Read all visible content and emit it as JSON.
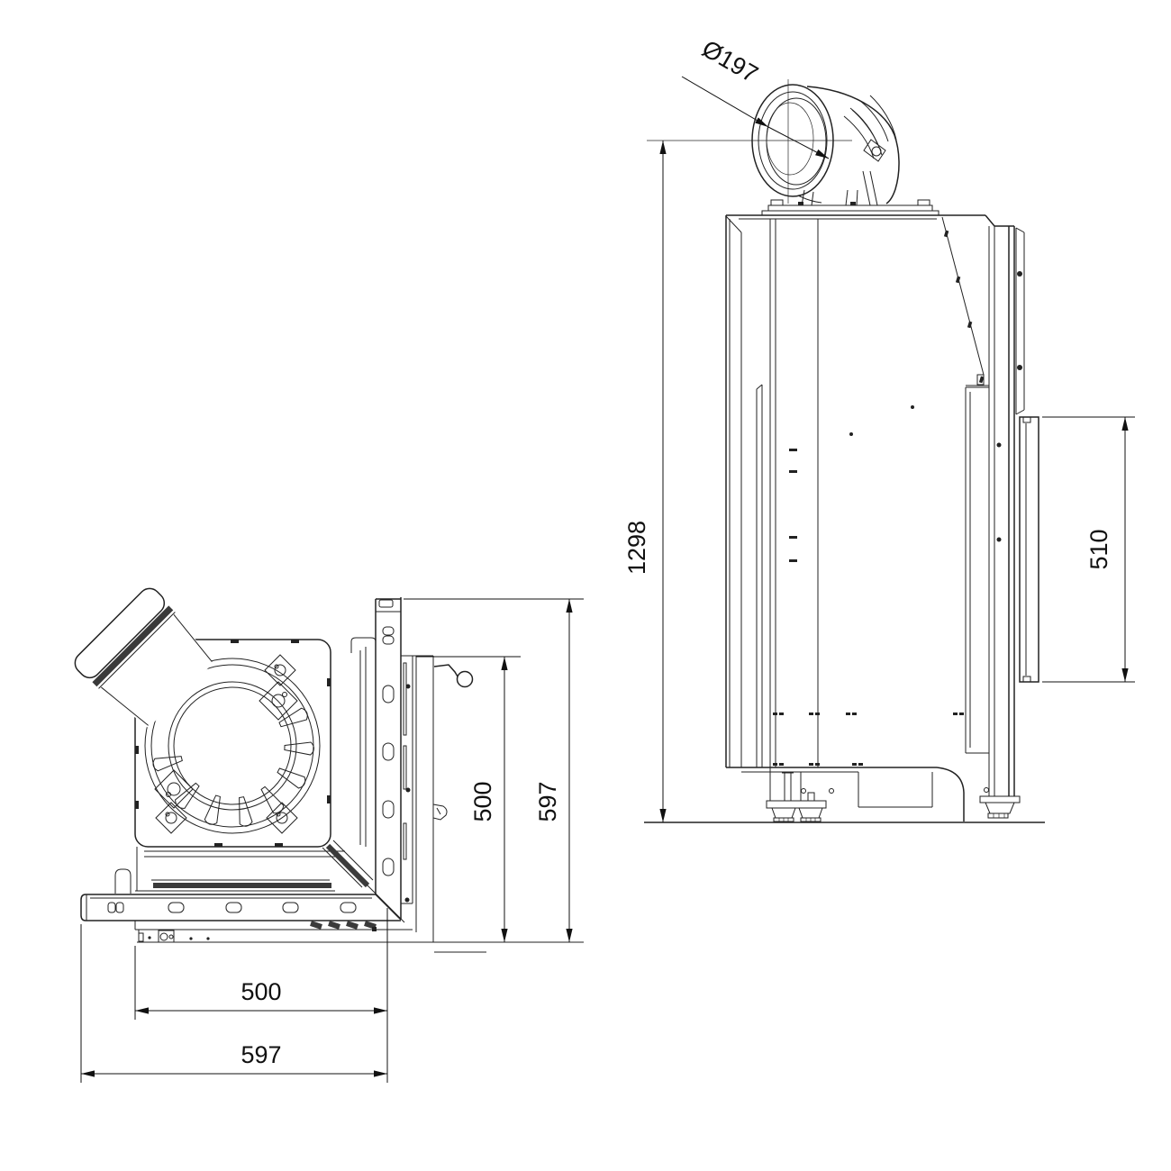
{
  "colors": {
    "background": "#ffffff",
    "line": "#222222",
    "dim_text": "#111111"
  },
  "dimensions": {
    "flue_diameter": "Ø197",
    "overall_height": "1298",
    "glass_height": "510",
    "plan_width_inner": "500",
    "plan_width_overall": "597",
    "plan_depth_inner": "500",
    "plan_depth_overall": "597"
  }
}
